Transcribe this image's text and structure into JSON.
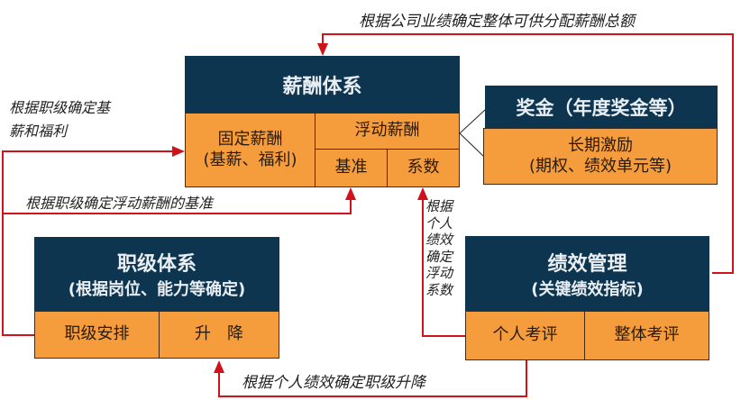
{
  "notes": {
    "top": "根据公司业绩确定整体可供分配薪酬总额",
    "base_line1": "根据职级确定基",
    "base_line2": "薪和福利",
    "float_base": "根据职级确定浮动薪酬的基准",
    "coef_vertical": "根据个人绩效确定浮动系数",
    "grade_change": "根据个人绩效确定职级升降"
  },
  "salary": {
    "title": "薪酬体系",
    "fixed_line1": "固定薪酬",
    "fixed_line2": "(基薪、福利)",
    "floating": "浮动薪酬",
    "base": "基准",
    "coef": "系数"
  },
  "bonus": {
    "title": "奖金（年度奖金等）",
    "lti_line1": "长期激励",
    "lti_line2": "(期权、绩效单元等)"
  },
  "grade": {
    "title": "职级体系",
    "subtitle": "(根据岗位、能力等确定)",
    "arrange": "职级安排",
    "updown": "升　降"
  },
  "perf": {
    "title": "绩效管理",
    "subtitle": "(关键绩效指标)",
    "individual": "个人考评",
    "overall": "整体考评"
  },
  "colors": {
    "dark": "#0e3550",
    "orange": "#f59d3d",
    "arrow": "#d0121b"
  }
}
